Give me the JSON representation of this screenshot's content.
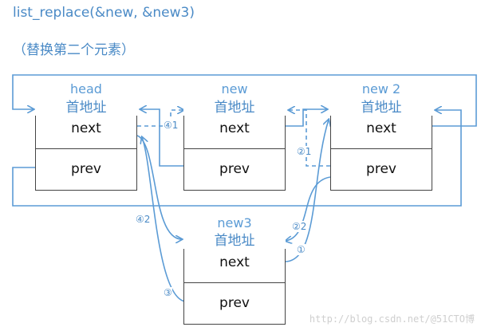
{
  "title": "list_replace(&new, &new3)",
  "subtitle": "（替换第二个元素）",
  "nodes": {
    "head": {
      "label": "head",
      "addr": "首地址",
      "next": "next",
      "prev": "prev"
    },
    "new": {
      "label": "new",
      "addr": "首地址",
      "next": "next",
      "prev": "prev"
    },
    "new2": {
      "label": "new 2",
      "addr": "首地址",
      "next": "next",
      "prev": "prev"
    },
    "new3": {
      "label": "new3",
      "addr": "首地址",
      "next": "next",
      "prev": "prev"
    }
  },
  "steps": {
    "s41": "④1",
    "s42": "④2",
    "s21": "②1",
    "s22": "②2",
    "s1": "①",
    "s3": "③"
  },
  "watermark": "http://blog.csdn.net/@51CTO博",
  "colors": {
    "arrow": "#5b9bd5",
    "box_border": "#444444",
    "text": "#4a8ac6"
  }
}
